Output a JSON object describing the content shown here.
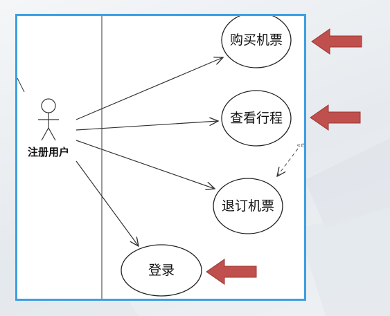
{
  "diagram": {
    "actor": {
      "label": "注册用户"
    },
    "use_cases": [
      {
        "id": "buy",
        "label": "购买机票",
        "highlighted": true
      },
      {
        "id": "view",
        "label": "查看行程",
        "highlighted": true
      },
      {
        "id": "refund",
        "label": "退订机票",
        "highlighted": false
      },
      {
        "id": "login",
        "label": "登录",
        "highlighted": true
      }
    ],
    "associations": [
      {
        "from": "actor",
        "to": "buy"
      },
      {
        "from": "actor",
        "to": "view"
      },
      {
        "from": "actor",
        "to": "refund"
      },
      {
        "from": "actor",
        "to": "login"
      }
    ],
    "dependency": {
      "from": "view",
      "to": "refund",
      "label": "«ex"
    },
    "colors": {
      "frame": "#3d9fe0",
      "highlight_arrow": "#c0504d",
      "line": "#333333"
    }
  }
}
